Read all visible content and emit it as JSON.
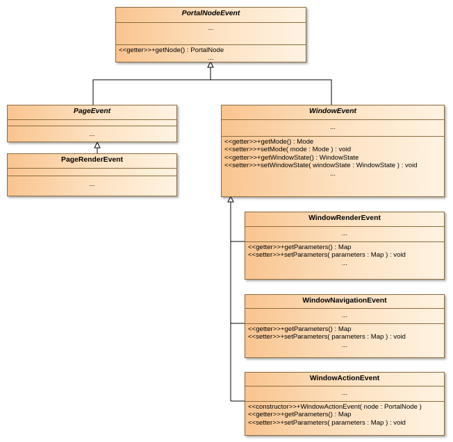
{
  "classes": {
    "portal_node_event": {
      "name": "PortalNodeEvent",
      "attrs": [
        "..."
      ],
      "ops": [
        "<<getter>>+getNode() : PortalNode",
        "..."
      ]
    },
    "page_event": {
      "name": "PageEvent",
      "attrs": [
        ""
      ],
      "ops": [
        "..."
      ]
    },
    "page_render_event": {
      "name": "PageRenderEvent",
      "attrs": [
        ""
      ],
      "ops": [
        "..."
      ]
    },
    "window_event": {
      "name": "WindowEvent",
      "attrs": [
        "..."
      ],
      "ops": [
        "<<getter>>+getMode() : Mode",
        "<<setter>>+setMode( mode : Mode ) : void",
        "<<getter>>+getWindowState() : WindowState",
        "<<setter>>+setWindowState( windowState : WindowState ) : void",
        "..."
      ]
    },
    "window_render_event": {
      "name": "WindowRenderEvent",
      "attrs": [
        "..."
      ],
      "ops": [
        "<<getter>>+getParameters() : Map",
        "<<setter>>+setParameters( parameters : Map ) : void",
        "..."
      ]
    },
    "window_navigation_event": {
      "name": "WindowNavigationEvent",
      "attrs": [
        "..."
      ],
      "ops": [
        "<<getter>>+getParameters() : Map",
        "<<setter>>+setParameters( parameters : Map ) : void",
        "..."
      ]
    },
    "window_action_event": {
      "name": "WindowActionEvent",
      "attrs": [
        "..."
      ],
      "ops": [
        "<<constructor>>+WindowActionEvent( node : PortalNode )",
        "<<getter>>+getParameters() : Map",
        "<<setter>>+setParameters( parameters : Map ) : void"
      ]
    }
  },
  "colors": {
    "class_fill_start": "#f9c48f",
    "class_fill_end": "#fff3e2",
    "class_border": "#8a6a3a",
    "edge": "#000000"
  }
}
